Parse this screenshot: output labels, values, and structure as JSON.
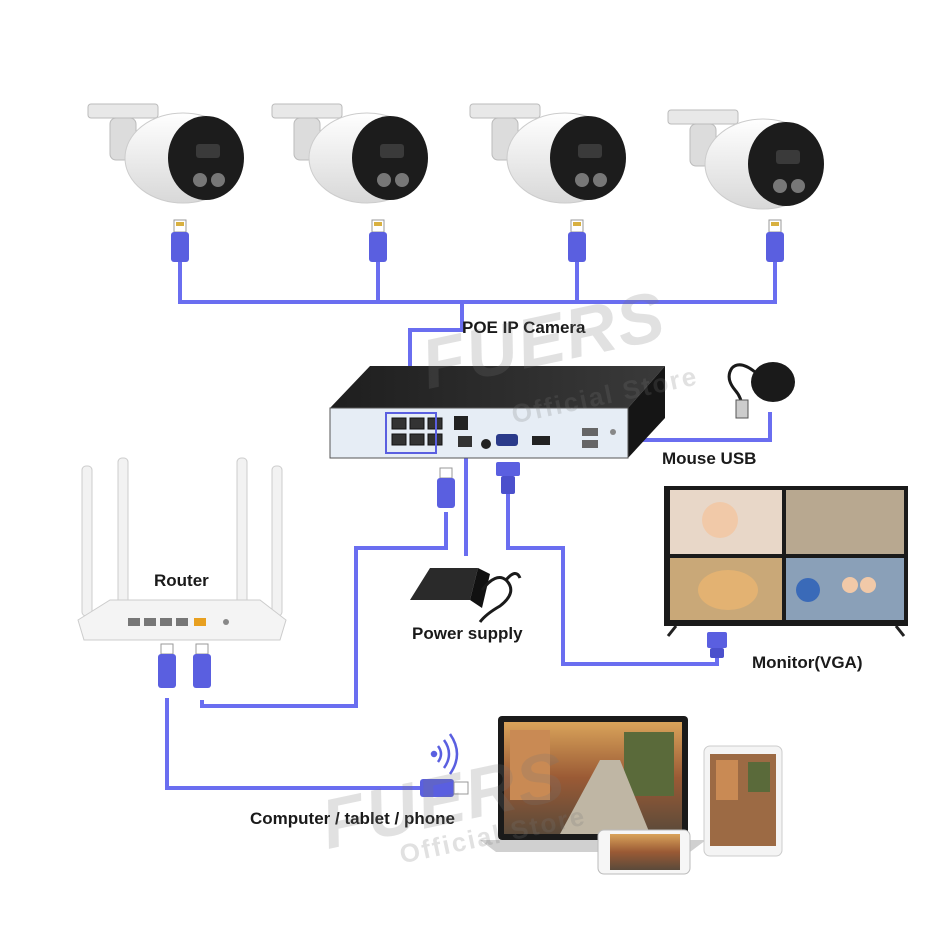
{
  "labels": {
    "poe_camera": "POE IP Camera",
    "mouse": "Mouse USB",
    "router": "Router",
    "power": "Power supply",
    "monitor": "Monitor(VGA)",
    "devices": "Computer / tablet / phone"
  },
  "watermark": {
    "brand": "FUERS",
    "store": "Official Store"
  },
  "colors": {
    "cable": "#6a6ef0",
    "connector": "#5a5fe0",
    "nvr_body": "#2a2a2a",
    "nvr_front": "#e6edf5"
  },
  "cameras": [
    {
      "name": "camera-1"
    },
    {
      "name": "camera-2"
    },
    {
      "name": "camera-3"
    },
    {
      "name": "camera-4"
    }
  ]
}
